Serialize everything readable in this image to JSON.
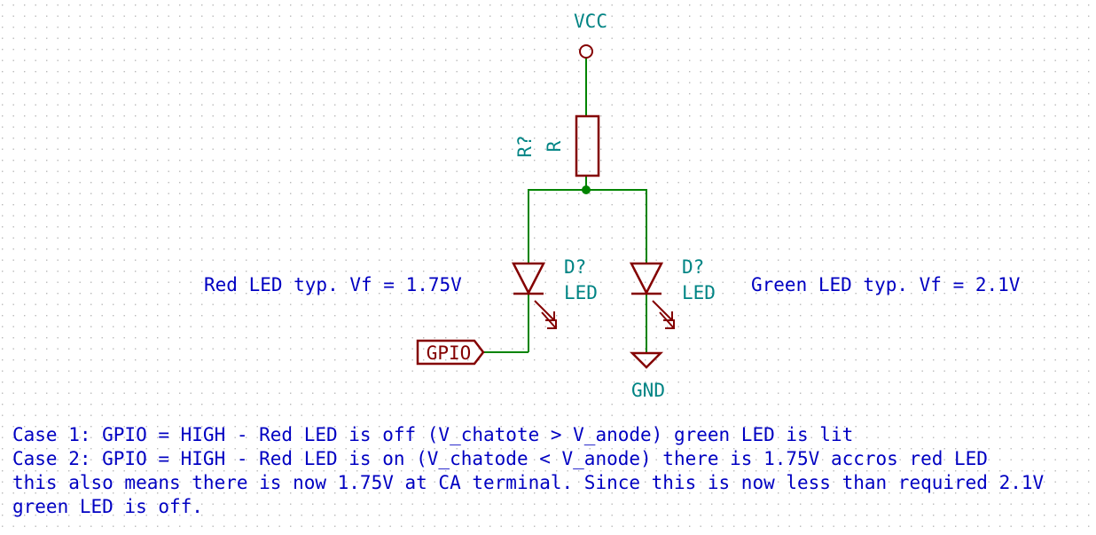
{
  "colors": {
    "background": "#ffffff",
    "grid_dot": "#b8b8b8",
    "wire": "#008400",
    "component": "#840000",
    "label_teal": "#008484",
    "note_blue": "#0000c2"
  },
  "power": {
    "vcc_label": "VCC",
    "gnd_label": "GND"
  },
  "resistor": {
    "ref": "R?",
    "value": "R"
  },
  "led_red": {
    "ref": "D?",
    "value": "LED",
    "note": "Red LED typ. Vf = 1.75V"
  },
  "led_green": {
    "ref": "D?",
    "value": "LED",
    "note": "Green LED typ. Vf = 2.1V"
  },
  "gpio_label": "GPIO",
  "notes": [
    "Case 1: GPIO = HIGH - Red LED is off (V_chatote > V_anode) green LED is lit",
    "Case 2: GPIO = HIGH - Red LED is on (V_chatode < V_anode) there is 1.75V accros red LED",
    "this also means there is now 1.75V at CA terminal. Since this is now less than required 2.1V",
    "green LED is off."
  ]
}
